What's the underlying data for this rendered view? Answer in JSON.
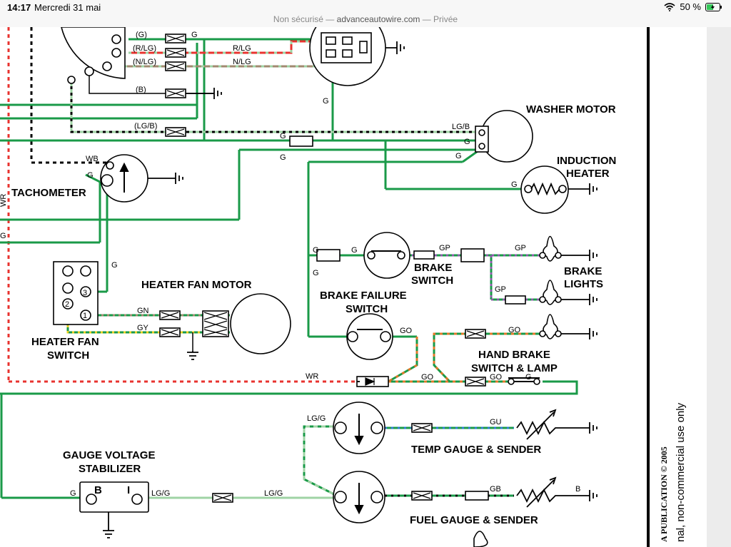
{
  "status": {
    "time": "14:17",
    "date": "Mercredi 31 mai",
    "battery": "50 %",
    "wifi_icon": "wifi-icon",
    "battery_icon": "battery-charging-icon"
  },
  "browser": {
    "security": "Non sécurisé —",
    "host": "advanceautowire.com",
    "mode": "— Privée"
  },
  "components": {
    "washer_motor": "WASHER MOTOR",
    "induction_heater_1": "INDUCTION",
    "induction_heater_2": "HEATER",
    "tachometer": "TACHOMETER",
    "brake_switch_1": "BRAKE",
    "brake_switch_2": "SWITCH",
    "brake_lights_1": "BRAKE",
    "brake_lights_2": "LIGHTS",
    "heater_fan_motor": "HEATER FAN MOTOR",
    "brake_failure_1": "BRAKE FAILURE",
    "brake_failure_2": "SWITCH",
    "heater_fan_switch_1": "HEATER FAN",
    "heater_fan_switch_2": "SWITCH",
    "hand_brake_1": "HAND BRAKE",
    "hand_brake_2": "SWITCH & LAMP",
    "temp_gauge": "TEMP GAUGE & SENDER",
    "gauge_stab_1": "GAUGE VOLTAGE",
    "gauge_stab_2": "STABILIZER",
    "fuel_gauge": "FUEL GAUGE & SENDER"
  },
  "wires": {
    "g": "G",
    "rlg_p": "(R/LG)",
    "nlg_p": "(N/LG)",
    "b_p": "(B)",
    "g_p": "(G)",
    "lgb_p": "(LG/B)",
    "rlg": "R/LG",
    "nlg": "N/LG",
    "lgb": "LG/B",
    "wb": "WB",
    "wr": "WR",
    "gp": "GP",
    "gn": "GN",
    "gy": "GY",
    "go": "GO",
    "lgg": "LG/G",
    "gu": "GU",
    "gb": "GB",
    "b": "B"
  },
  "pins": {
    "one": "1",
    "two": "2",
    "three": "3",
    "b": "B",
    "i": "I"
  },
  "side_text": {
    "publication": "A  PUBLICATION  © 2005",
    "usage": "nal, non-commercial use only"
  },
  "colors": {
    "green": "#1a9a48",
    "light_green": "#9fd3a4",
    "red": "#e8332f",
    "brown": "#a08a70",
    "purple": "#8a5aa8",
    "orange": "#e0782a",
    "yellow": "#e8d020",
    "blue": "#2a7ad0",
    "black": "#000000"
  }
}
